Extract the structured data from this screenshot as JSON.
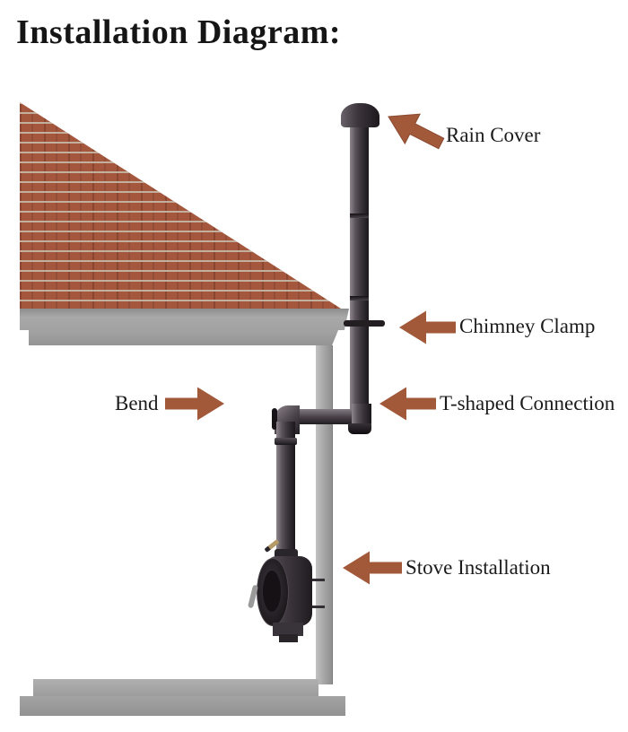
{
  "title": "Installation Diagram:",
  "labels": {
    "rain_cover": "Rain Cover",
    "chimney_clamp": "Chimney Clamp",
    "bend": "Bend",
    "t_connection": "T-shaped Connection",
    "stove_installation": "Stove Installation"
  },
  "colors": {
    "arrow": "#a2593a",
    "arrow_edge": "#8a4a30",
    "brick": "#a5573e",
    "mortar": "#c3af9e",
    "structure_gray": "#9e9e9e",
    "pipe": "#3a343a",
    "text": "#1b1b1b"
  }
}
